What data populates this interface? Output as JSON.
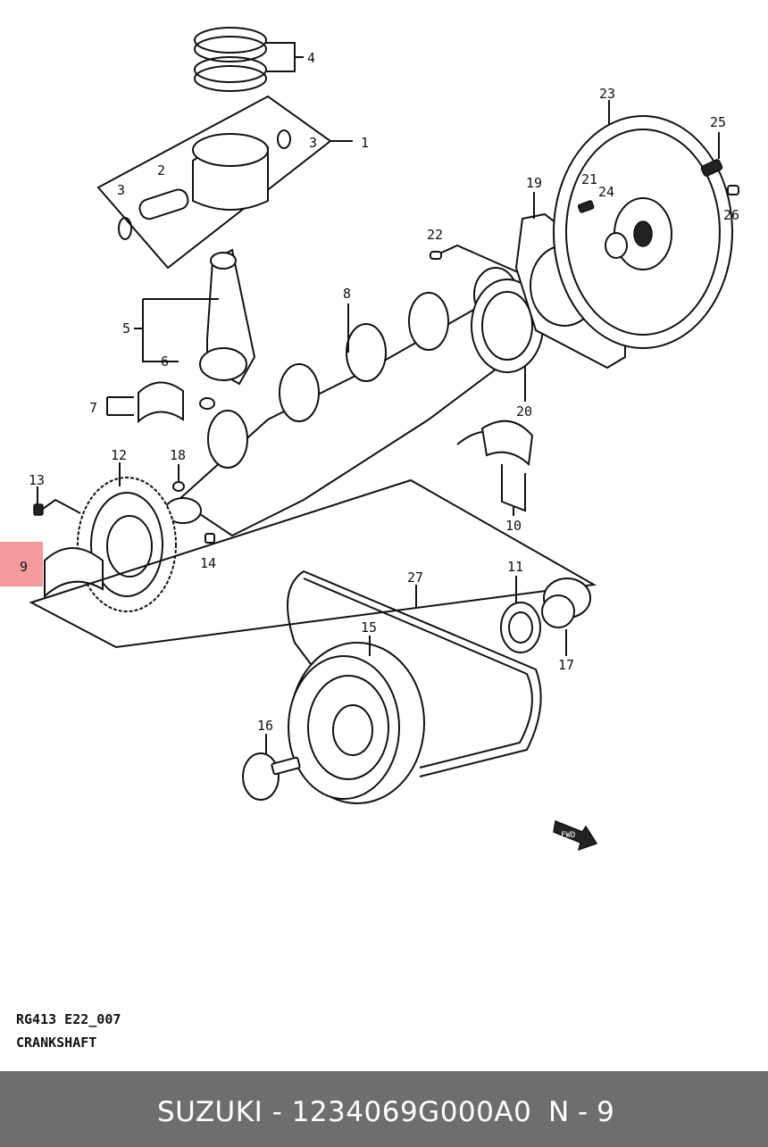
{
  "diagram": {
    "callouts": [
      "1",
      "2",
      "3",
      "3",
      "4",
      "5",
      "6",
      "7",
      "8",
      "9",
      "10",
      "11",
      "12",
      "13",
      "14",
      "15",
      "16",
      "17",
      "18",
      "19",
      "20",
      "21",
      "22",
      "23",
      "24",
      "25",
      "26",
      "27"
    ],
    "fwd_arrow_label": "FWD"
  },
  "caption": {
    "code": "RG413 E22_007",
    "name": "CRANKSHAFT"
  },
  "highlight": {
    "label": "9",
    "color": "#f49a9a"
  },
  "footer": {
    "part": "SUZUKI - 1234069G000A0",
    "ref": "N - 9",
    "background": "#6e6e6e"
  }
}
